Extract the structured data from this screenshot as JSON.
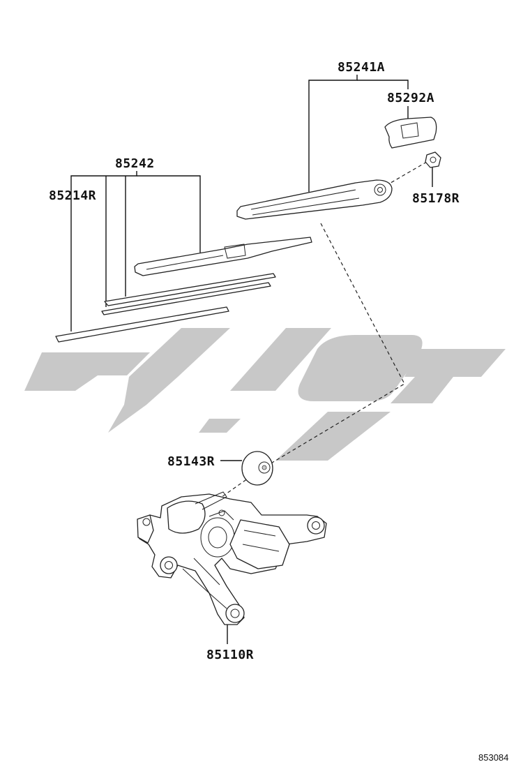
{
  "diagram": {
    "reference_code": "853084",
    "parts": [
      {
        "id": "85241A",
        "label": "85241A"
      },
      {
        "id": "85292A",
        "label": "85292A"
      },
      {
        "id": "85242",
        "label": "85242"
      },
      {
        "id": "85214R",
        "label": "85214R"
      },
      {
        "id": "85178R",
        "label": "85178R"
      },
      {
        "id": "85143R",
        "label": "85143R"
      },
      {
        "id": "85110R",
        "label": "85110R"
      }
    ]
  }
}
